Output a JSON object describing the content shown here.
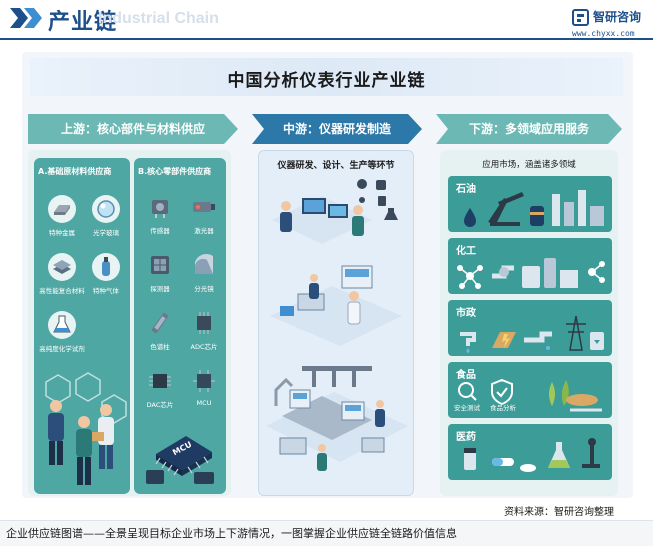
{
  "header": {
    "title": "产业链",
    "watermark": "Industrial Chain"
  },
  "brand": {
    "name": "智研咨询",
    "url": "www.chyxx.com"
  },
  "diagram": {
    "title": "中国分析仪表行业产业链",
    "upstream": {
      "label": "上游：核心部件与材料供应",
      "group_a": {
        "label": "A.基础原材料供应商",
        "items": [
          "特种金属",
          "光学玻璃",
          "高性能复合材料",
          "特种气体",
          "高纯度化学试剂"
        ]
      },
      "group_b": {
        "label": "B.核心零部件供应商",
        "items": [
          "传感器",
          "激光器",
          "探测器",
          "分光镜",
          "色谱柱",
          "ADC芯片",
          "DAC芯片",
          "MCU"
        ],
        "chip_text": "MCU"
      }
    },
    "midstream": {
      "label": "中游：仪器研发制造",
      "subtitle": "仪器研发、设计、生产等环节"
    },
    "downstream": {
      "label": "下游：多领域应用服务",
      "subtitle": "应用市场，涵盖诸多领域",
      "fields": [
        {
          "name": "石油",
          "subs": []
        },
        {
          "name": "化工",
          "subs": []
        },
        {
          "name": "市政",
          "subs": []
        },
        {
          "name": "食品",
          "subs": [
            "安全测试",
            "食品分析"
          ]
        },
        {
          "name": "医药",
          "subs": []
        }
      ]
    }
  },
  "source": "资料来源：智研咨询整理",
  "footer": "企业供应链图谱——全景呈现目标企业市场上下游情况，一图掌握企业供应链全链路价值信息",
  "colors": {
    "brand_blue": "#1d4f8a",
    "teal": "#3c9c98",
    "chevron_up": "#6cb8b4",
    "chevron_mid": "#2c78a8"
  }
}
